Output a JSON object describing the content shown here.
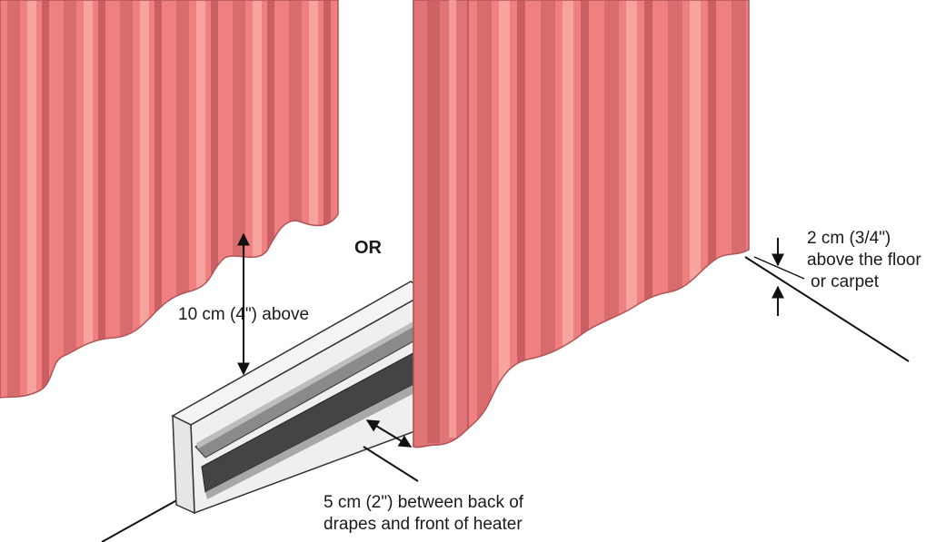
{
  "labels": {
    "or": "OR",
    "left_clearance": "10 cm (4\") above",
    "right_clearance_line1": "2 cm (3/4\")",
    "right_clearance_line2": "above the floor",
    "right_clearance_line3": "or carpet",
    "heater_gap_line1": "5 cm (2\") between back of",
    "heater_gap_line2": "drapes and front of heater"
  },
  "colors": {
    "drape_base": "#f08080",
    "drape_dark": "#c95f62",
    "drape_light": "#f7a3a0",
    "heater_face": "#f2f2f2",
    "heater_groove_dark": "#444444",
    "heater_groove_mid": "#8a8a8a",
    "line": "#111111"
  }
}
